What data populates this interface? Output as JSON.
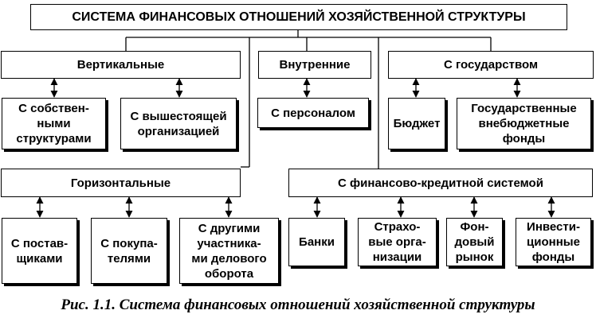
{
  "diagram": {
    "title": "СИСТЕМА ФИНАНСОВЫХ ОТНОШЕНИЙ ХОЗЯЙСТВЕННОЙ СТРУКТУРЫ",
    "groups": {
      "vertical": "Вертикальные",
      "internal": "Внутренние",
      "state": "С государством",
      "horizontal": "Горизонтальные",
      "financial_credit": "С финансово-кредитной системой"
    },
    "items": {
      "own_structures": "С собствен-\nными\nструктурами",
      "higher_org": "С вышестоящей\nорганизацией",
      "personnel": "С персоналом",
      "budget": "Бюджет",
      "offbudget_funds": "Государственные\nвнебюджетные\nфонды",
      "suppliers": "С постав-\nщиками",
      "buyers": "С покупа-\nтелями",
      "other_participants": "С другими\nучастника-\nми делового\nоборота",
      "banks": "Банки",
      "insurance": "Страхо-\nвые орга-\nнизации",
      "stock_market": "Фон-\nдовый\nрынок",
      "investment_funds": "Инвести-\nционные\nфонды"
    }
  },
  "caption": "Рис. 1.1. Система финансовых отношений хозяйственной структуры"
}
